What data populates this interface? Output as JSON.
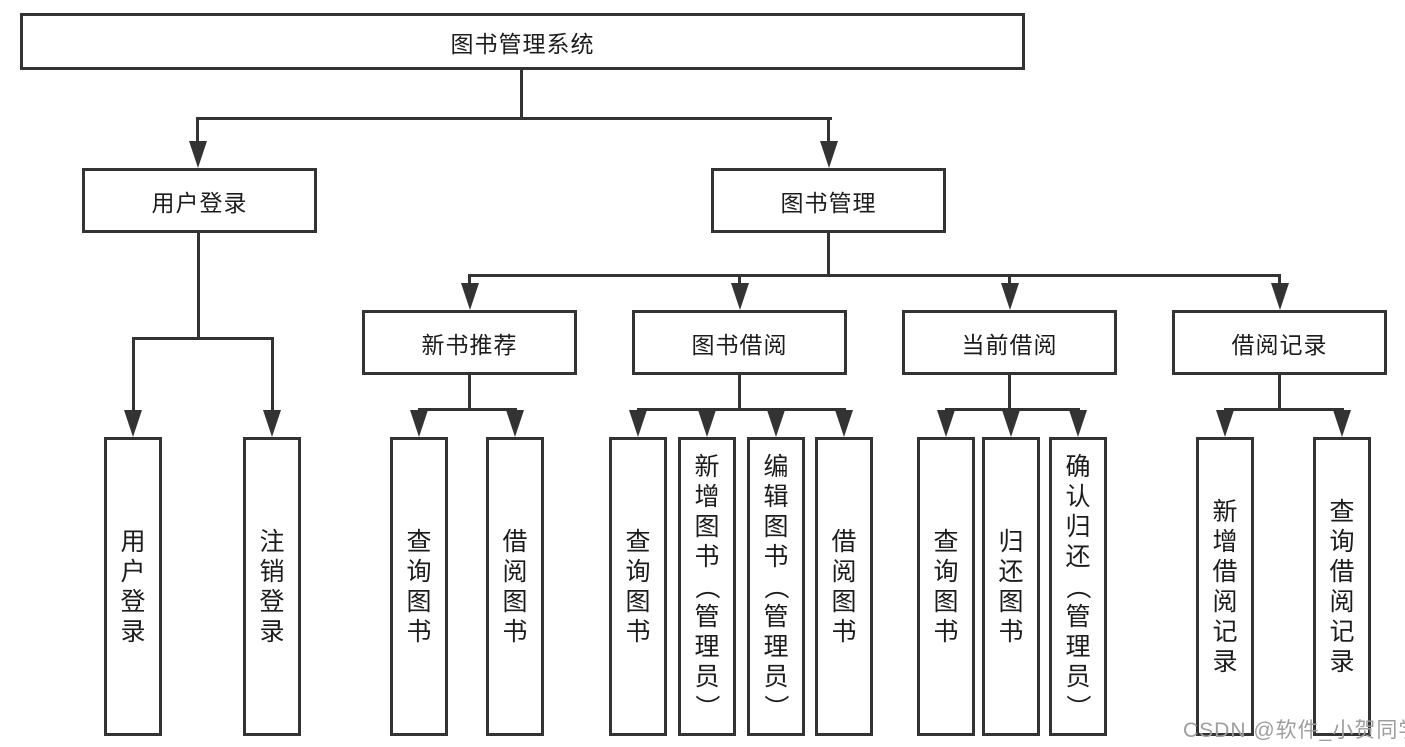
{
  "colors": {
    "line": "#333333",
    "box_border": "#333333",
    "text": "#1c1c1c",
    "watermark": "#9e9e9e",
    "background": "#ffffff"
  },
  "watermark": {
    "text": "CSDN @软件_小贺同学"
  },
  "tree": {
    "root": {
      "label": "图书管理系统"
    },
    "level2": {
      "user_login": {
        "label": "用户登录"
      },
      "book_mgmt": {
        "label": "图书管理"
      }
    },
    "level3": {
      "new_book_rec": {
        "label": "新书推荐"
      },
      "book_borrow": {
        "label": "图书借阅"
      },
      "current_borrow": {
        "label": "当前借阅"
      },
      "borrow_records": {
        "label": "借阅记录"
      }
    },
    "leaves": {
      "user_login": {
        "label": "用户登录"
      },
      "logout": {
        "label": "注销登录"
      },
      "nb_query_books": {
        "label": "查询图书"
      },
      "nb_borrow_books": {
        "label": "借阅图书"
      },
      "bb_query_books": {
        "label": "查询图书"
      },
      "bb_add_books": {
        "label": "新增图书（管理员）"
      },
      "bb_edit_books": {
        "label": "编辑图书（管理员）"
      },
      "bb_borrow_books": {
        "label": "借阅图书"
      },
      "cb_query_books": {
        "label": "查询图书"
      },
      "cb_return_books": {
        "label": "归还图书"
      },
      "cb_confirm_return": {
        "label": "确认归还（管理员）"
      },
      "br_add_record": {
        "label": "新增借阅记录"
      },
      "br_query_record": {
        "label": "查询借阅记录"
      }
    }
  }
}
